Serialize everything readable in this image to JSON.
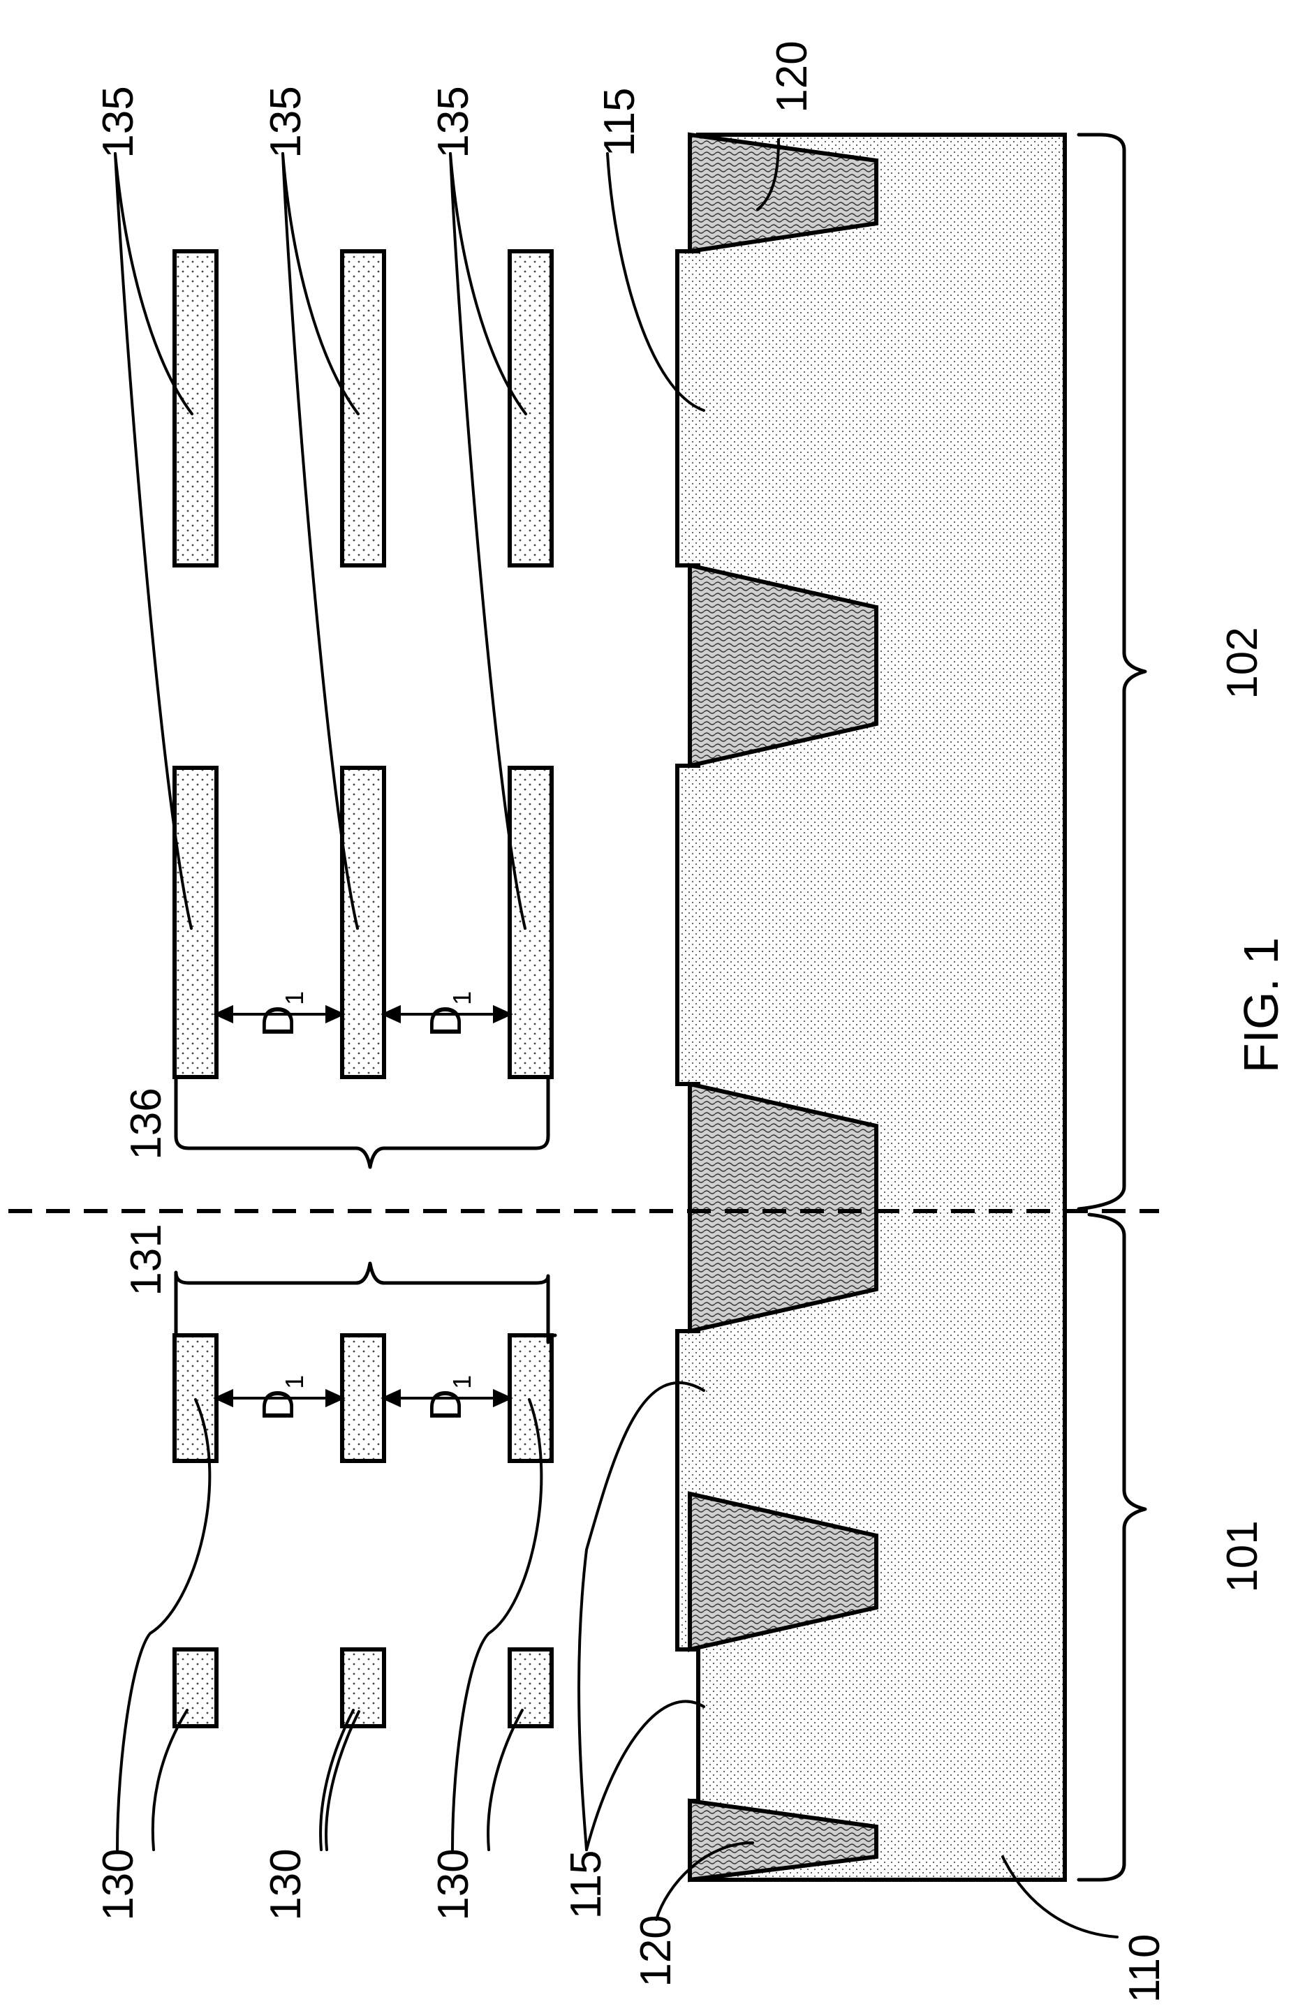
{
  "figure": {
    "caption": "FIG. 1",
    "labels": {
      "substrate": "110",
      "isolation": "120",
      "active_region": "115",
      "first_region": "101",
      "second_region": "102",
      "first_lines": "130",
      "first_group": "131",
      "second_lines": "135",
      "second_group": "136",
      "spacing_letter": "D",
      "spacing_subscript": "1"
    }
  }
}
